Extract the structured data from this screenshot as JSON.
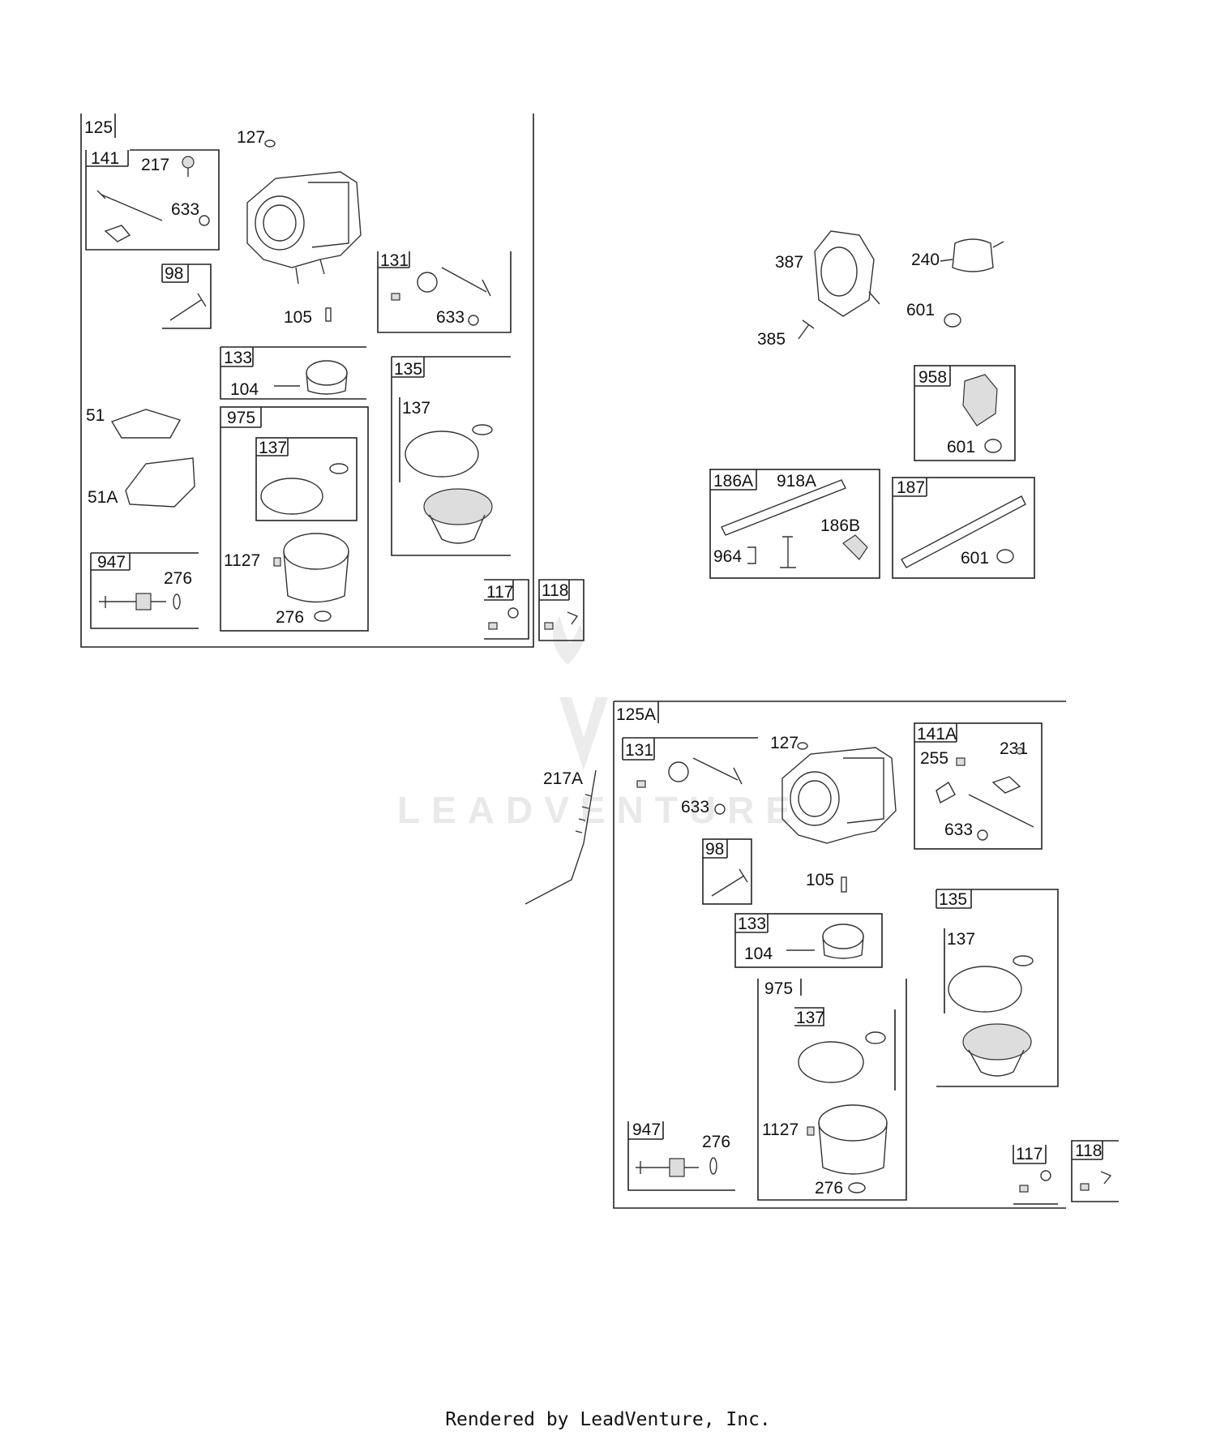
{
  "footer": "Rendered by LeadVenture, Inc.",
  "watermark": "LEADVENTURE",
  "labels": {
    "a125": "125",
    "a127": "127",
    "a141": "141",
    "a217": "217",
    "a633a": "633",
    "a98": "98",
    "a105": "105",
    "a131": "131",
    "a633b": "633",
    "a133": "133",
    "a104": "104",
    "a135": "135",
    "a137a": "137",
    "a51": "51",
    "a51a": "51A",
    "a975": "975",
    "a137b": "137",
    "a1127": "1127",
    "a276a": "276",
    "a947": "947",
    "a276b": "276",
    "a117": "117",
    "a118": "118",
    "b387": "387",
    "b240": "240",
    "b385": "385",
    "b601a": "601",
    "b958": "958",
    "b601b": "601",
    "b186a": "186A",
    "b918a": "918A",
    "b186b": "186B",
    "b964": "964",
    "b187": "187",
    "b601c": "601",
    "c217a": "217A",
    "c125a": "125A",
    "c131": "131",
    "c127": "127",
    "c633a": "633",
    "c141a": "141A",
    "c255": "255",
    "c231": "231",
    "c633b": "633",
    "c98": "98",
    "c105": "105",
    "c133": "133",
    "c104": "104",
    "c135": "135",
    "c137a": "137",
    "c975": "975",
    "c137b": "137",
    "c1127": "1127",
    "c276a": "276",
    "c947": "947",
    "c276b": "276",
    "c117": "117",
    "c118": "118"
  }
}
